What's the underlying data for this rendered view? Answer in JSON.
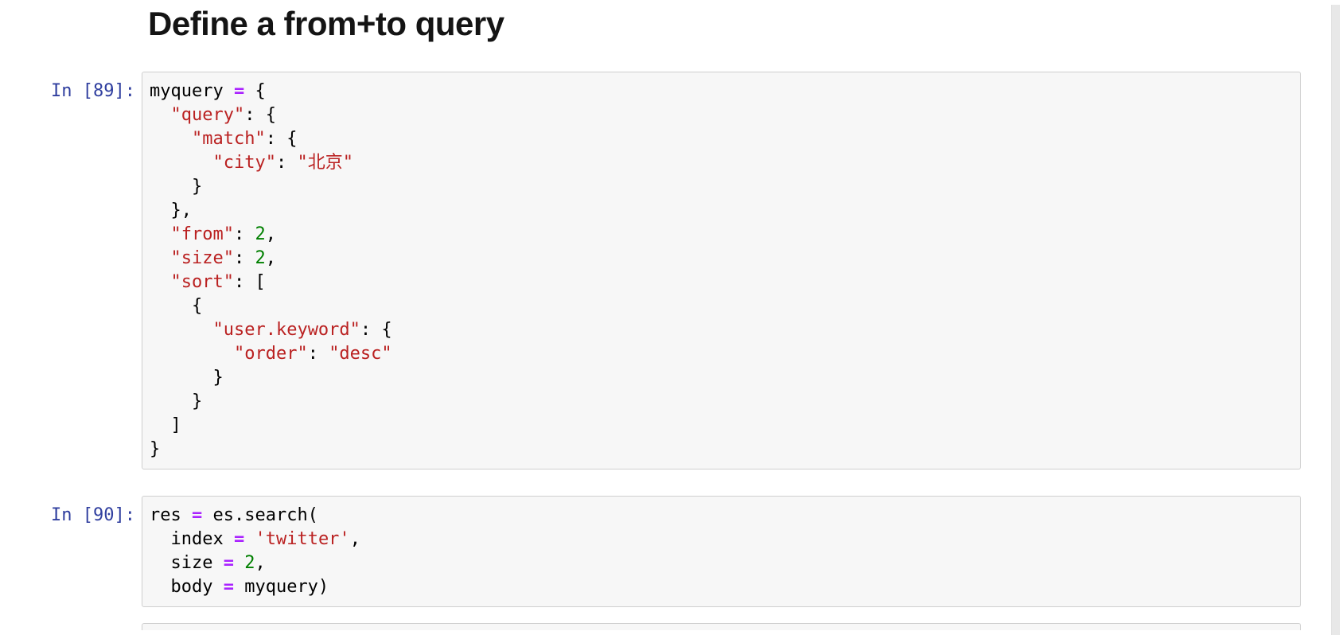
{
  "heading": {
    "text": "Define a from+to query"
  },
  "colors": {
    "prompt": "#303F9F",
    "string": "#BA2121",
    "operator": "#AA22FF",
    "number": "#008000",
    "heading": "#141414",
    "cell_bg": "#f7f7f7",
    "cell_border": "#cfcfcf",
    "scrollbar": "#e8e8e8"
  },
  "cells": [
    {
      "prompt": "In [89]:",
      "partial": false,
      "lines": [
        [
          [
            "p",
            "myquery "
          ],
          [
            "o",
            "="
          ],
          [
            "p",
            " {"
          ]
        ],
        [
          [
            "p",
            "  "
          ],
          [
            "s",
            "\"query\""
          ],
          [
            "p",
            ": {"
          ]
        ],
        [
          [
            "p",
            "    "
          ],
          [
            "s",
            "\"match\""
          ],
          [
            "p",
            ": {"
          ]
        ],
        [
          [
            "p",
            "      "
          ],
          [
            "s",
            "\"city\""
          ],
          [
            "p",
            ": "
          ],
          [
            "s",
            "\"北京\""
          ]
        ],
        [
          [
            "p",
            "    }"
          ]
        ],
        [
          [
            "p",
            "  },"
          ]
        ],
        [
          [
            "p",
            "  "
          ],
          [
            "s",
            "\"from\""
          ],
          [
            "p",
            ": "
          ],
          [
            "n",
            "2"
          ],
          [
            "p",
            ","
          ]
        ],
        [
          [
            "p",
            "  "
          ],
          [
            "s",
            "\"size\""
          ],
          [
            "p",
            ": "
          ],
          [
            "n",
            "2"
          ],
          [
            "p",
            ","
          ]
        ],
        [
          [
            "p",
            "  "
          ],
          [
            "s",
            "\"sort\""
          ],
          [
            "p",
            ": ["
          ]
        ],
        [
          [
            "p",
            "    {"
          ]
        ],
        [
          [
            "p",
            "      "
          ],
          [
            "s",
            "\"user.keyword\""
          ],
          [
            "p",
            ": {"
          ]
        ],
        [
          [
            "p",
            "        "
          ],
          [
            "s",
            "\"order\""
          ],
          [
            "p",
            ": "
          ],
          [
            "s",
            "\"desc\""
          ]
        ],
        [
          [
            "p",
            "      }"
          ]
        ],
        [
          [
            "p",
            "    }"
          ]
        ],
        [
          [
            "p",
            "  ]"
          ]
        ],
        [
          [
            "p",
            "}"
          ]
        ]
      ]
    },
    {
      "prompt": "In [90]:",
      "partial": false,
      "lines": [
        [
          [
            "p",
            "res "
          ],
          [
            "o",
            "="
          ],
          [
            "p",
            " es.search("
          ]
        ],
        [
          [
            "p",
            "  index "
          ],
          [
            "o",
            "="
          ],
          [
            "p",
            " "
          ],
          [
            "s",
            "'twitter'"
          ],
          [
            "p",
            ","
          ]
        ],
        [
          [
            "p",
            "  size "
          ],
          [
            "o",
            "="
          ],
          [
            "p",
            " "
          ],
          [
            "n",
            "2"
          ],
          [
            "p",
            ","
          ]
        ],
        [
          [
            "p",
            "  body "
          ],
          [
            "o",
            "="
          ],
          [
            "p",
            " myquery)"
          ]
        ]
      ]
    },
    {
      "prompt": "",
      "partial": true,
      "lines": []
    }
  ]
}
